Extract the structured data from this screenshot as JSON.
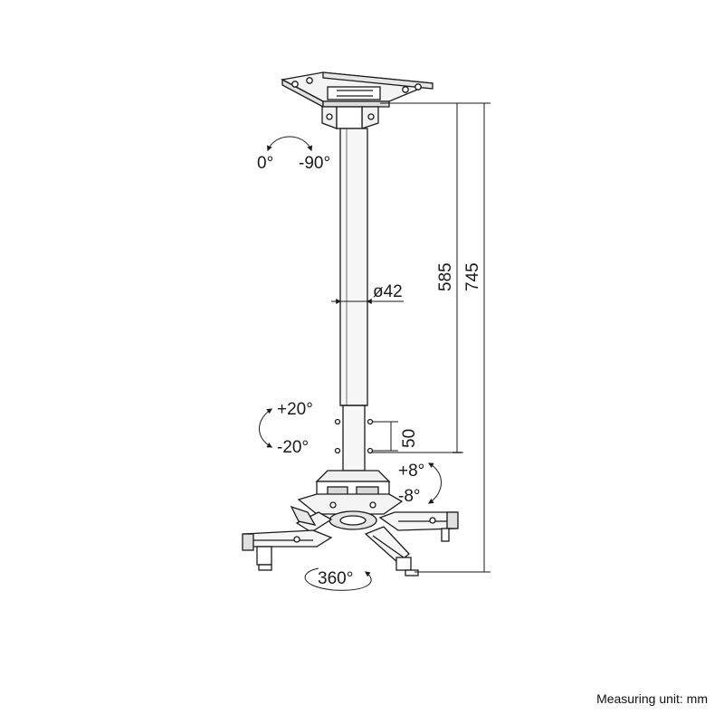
{
  "labels": {
    "rot_top_left": "0°",
    "rot_top_right": "-90°",
    "tilt_plus": "+20°",
    "tilt_minus": "-20°",
    "swivel_plus": "+8°",
    "swivel_minus": "-8°",
    "rotation": "360°"
  },
  "dimensions": {
    "diameter": "ø42",
    "inner_height": "585",
    "total_height": "745",
    "adjust_step": "50"
  },
  "footer": {
    "unit_note": "Measuring unit: mm"
  },
  "colors": {
    "line": "#1a1a1a",
    "fill_light": "#f2f2f2",
    "fill_mid": "#d9d9d9"
  }
}
